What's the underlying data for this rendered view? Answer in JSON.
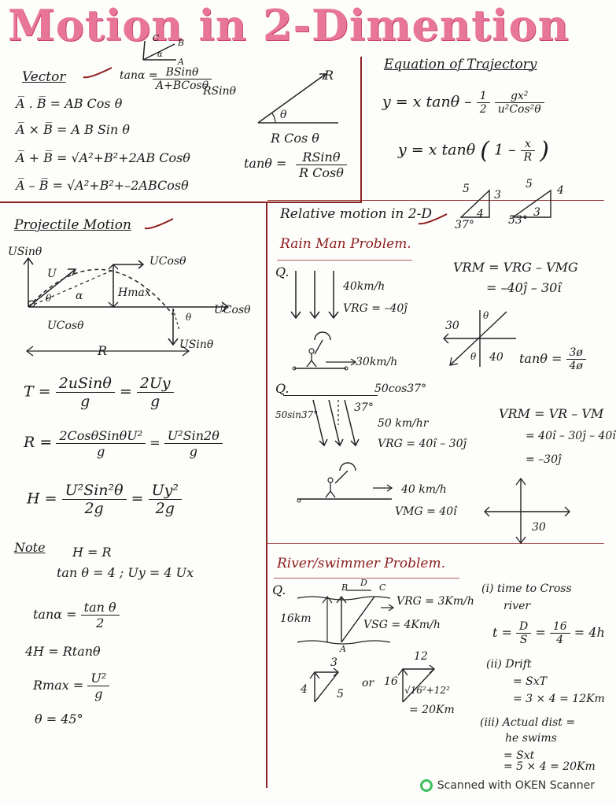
{
  "title": "Motion in 2-Dimention",
  "vector": {
    "heading": "Vector",
    "dot": "A̅ . B̅ = AB Cos θ",
    "cross": "A̅ × B̅ = A B Sin θ",
    "sum": "A̅ + B̅ = √A²+B²+2AB Cosθ",
    "diff": "A̅ – B̅ = √A²+B²+–2ABCosθ",
    "tan_alpha_lhs": "tanα =",
    "tan_alpha_num": "BSinθ",
    "tan_alpha_den": "A+BCosθ",
    "tri_labels": [
      "C",
      "B",
      "α",
      "A"
    ],
    "rsin": "RSinθ",
    "rcos": "R Cos θ",
    "r_label": "R",
    "theta": "θ",
    "tan_theta_lhs": "tanθ =",
    "tan_theta_num": "RSinθ",
    "tan_theta_den": "R Cosθ"
  },
  "trajectory": {
    "heading": "Equation of Trajectory",
    "eq1_lhs": "y = x tanθ –",
    "eq1_half_num": "1",
    "eq1_half_den": "2",
    "eq1_num": "gx²",
    "eq1_den": "u²Cos²θ",
    "eq2_lhs": "y = x tanθ",
    "eq2_paren_open": "(",
    "eq2_one": "1 –",
    "eq2_num": "x",
    "eq2_den": "R",
    "eq2_paren_close": ")"
  },
  "triangles": {
    "t1": [
      "5",
      "3",
      "4",
      "37°"
    ],
    "t2": [
      "5",
      "4",
      "3",
      "53°"
    ]
  },
  "projectile": {
    "heading": "Projectile Motion",
    "usin_top": "USinθ",
    "ucos_top": "UCosθ",
    "u": "U",
    "theta": "θ",
    "alpha": "α",
    "hmax": "Hmax",
    "ucos_right": "UCosθ",
    "ucos_bottom": "UCosθ",
    "theta2": "θ",
    "usin_bottom": "USinθ",
    "r": "R",
    "T_lhs": "T =",
    "T_num1": "2uSinθ",
    "T_den1": "g",
    "T_eq": "=",
    "T_num2": "2Uy",
    "T_den2": "g",
    "R_lhs": "R =",
    "R_num1": "2CosθSinθU²",
    "R_den1": "g",
    "R_eq": "=",
    "R_num2": "U²Sin2θ",
    "R_den2": "g",
    "H_lhs": "H =",
    "H_num1": "U²Sin²θ",
    "H_den1": "2g",
    "H_eq": "=",
    "H_num2": "Uy²",
    "H_den2": "2g"
  },
  "note": {
    "label": "Note",
    "hr": "H = R",
    "tan4": "tan θ = 4 ; Uy = 4 Ux",
    "tana_lhs": "tanα =",
    "tana_num": "tan θ",
    "tana_den": "2",
    "fourh": "4H =   Rtanθ",
    "rmax_lhs": "Rmax =",
    "rmax_num": "U²",
    "rmax_den": "g",
    "theta45": "θ = 45°"
  },
  "relative": {
    "heading": "Relative motion in 2-D",
    "rain_heading": "Rain Man Problem.",
    "q1": "Q.",
    "v40": "40km/h",
    "vrg1": "VRG = –40ĵ",
    "v30": "30km/h",
    "vrm1_lhs": "VRM = VRG – VMG",
    "vrm1_rhs": "= –40ĵ – 30î",
    "d1_30": "30",
    "d1_theta": "θ",
    "d1_theta2": "θ",
    "d1_40": "40",
    "tan_lhs": "tanθ =",
    "tan_num": "3ø",
    "tan_den": "4ø",
    "q2": "Q.",
    "c37": "50cos37°",
    "s37": "50sin37°",
    "a37": "37°",
    "v50": "50 km/hr",
    "vrg2": "VRG = 40î – 30ĵ",
    "v40b": "40 km/h",
    "vmg": "VMG = 40î",
    "vrm2_lhs": "VRM = VR – VM",
    "vrm2_a": "= 40î – 30ĵ – 40î",
    "vrm2_b": "= –30ĵ",
    "d2_30": "30"
  },
  "river": {
    "heading": "River/swimmer Problem.",
    "q": "Q.",
    "b": "B",
    "d": "D",
    "c": "C",
    "a": "A",
    "km16": "16km",
    "vrg": "VRG = 3Km/h",
    "vsg": "VSG = 4Km/h",
    "i1": "(i) time to Cross",
    "i1b": "river",
    "t_lhs": "t =",
    "t_n1": "D",
    "t_d1": "S",
    "t_eq": "=",
    "t_n2": "16",
    "t_d2": "4",
    "t_rhs": "= 4h",
    "ii": "(ii) Drift",
    "ii_a": "= SxT",
    "ii_b": "= 3 × 4 = 12Km",
    "iii": "(iii) Actual dist =",
    "iii_b": "he swims",
    "iii_c": "= Sxt",
    "iii_d": "= 5 × 4 = 20Km",
    "tri_3": "3",
    "tri_4": "4",
    "tri_5": "5",
    "or": "or",
    "tri_16": "16",
    "tri_12": "12",
    "tri_root": "√16²+12²",
    "km20": "= 20Km"
  },
  "footer": "Scanned with OKEN Scanner"
}
